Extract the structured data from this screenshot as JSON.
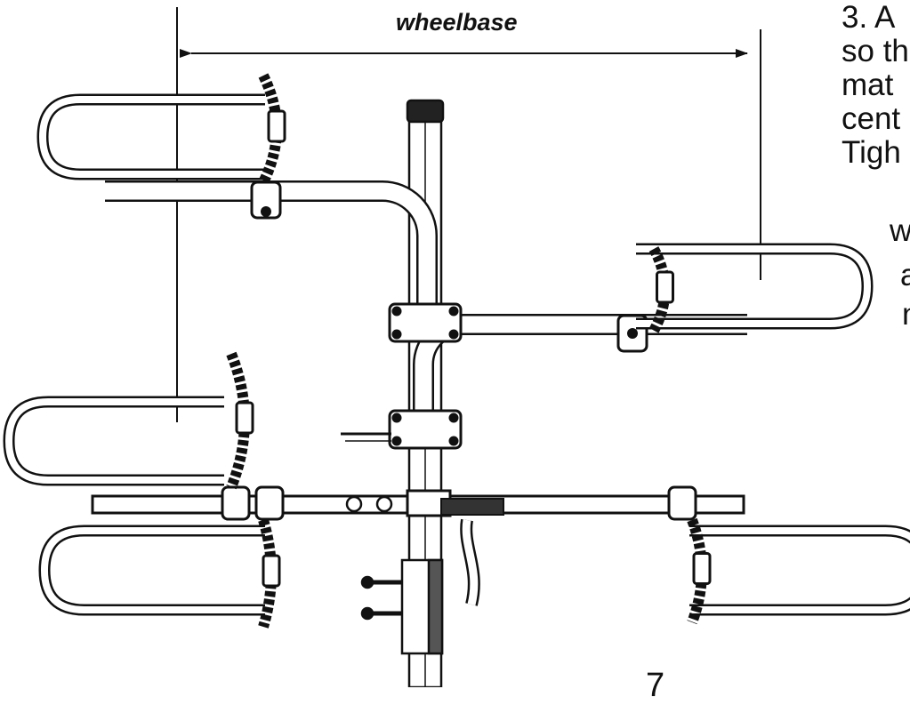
{
  "dimension_label": "wheelbase",
  "step_text": {
    "lines": [
      "3. A",
      "so th",
      "mat",
      "cent",
      "Tigh",
      "w",
      "a",
      "n"
    ]
  },
  "page_number": "7",
  "colors": {
    "ink": "#111111",
    "paper": "#ffffff"
  }
}
